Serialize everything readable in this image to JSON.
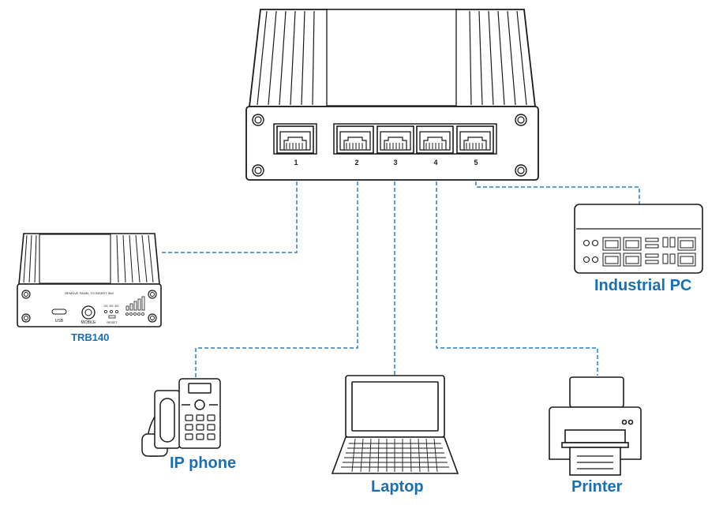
{
  "diagram": {
    "switch": {
      "port_labels": [
        "1",
        "2",
        "3",
        "4",
        "5"
      ]
    },
    "devices": {
      "trb140": {
        "label": "TRB140",
        "panel_text": "REMOVE PANEL TO INSERT SIM",
        "usb_text": "USB",
        "mobile_text": "MOBILE",
        "reset_text": "RESET",
        "signal_labels": [
          "2G",
          "3G",
          "4G"
        ]
      },
      "industrial_pc": {
        "label": "Industrial PC"
      },
      "ip_phone": {
        "label": "IP phone"
      },
      "laptop": {
        "label": "Laptop"
      },
      "printer": {
        "label": "Printer"
      }
    },
    "connections": [
      {
        "port": "1",
        "device": "TRB140"
      },
      {
        "port": "2",
        "device": "IP phone"
      },
      {
        "port": "3",
        "device": "Laptop"
      },
      {
        "port": "4",
        "device": "Printer"
      },
      {
        "port": "5",
        "device": "Industrial PC"
      }
    ],
    "colors": {
      "label": "#1a6fb4",
      "link": "#2a7ec4",
      "outline": "#1a1a1a"
    }
  }
}
